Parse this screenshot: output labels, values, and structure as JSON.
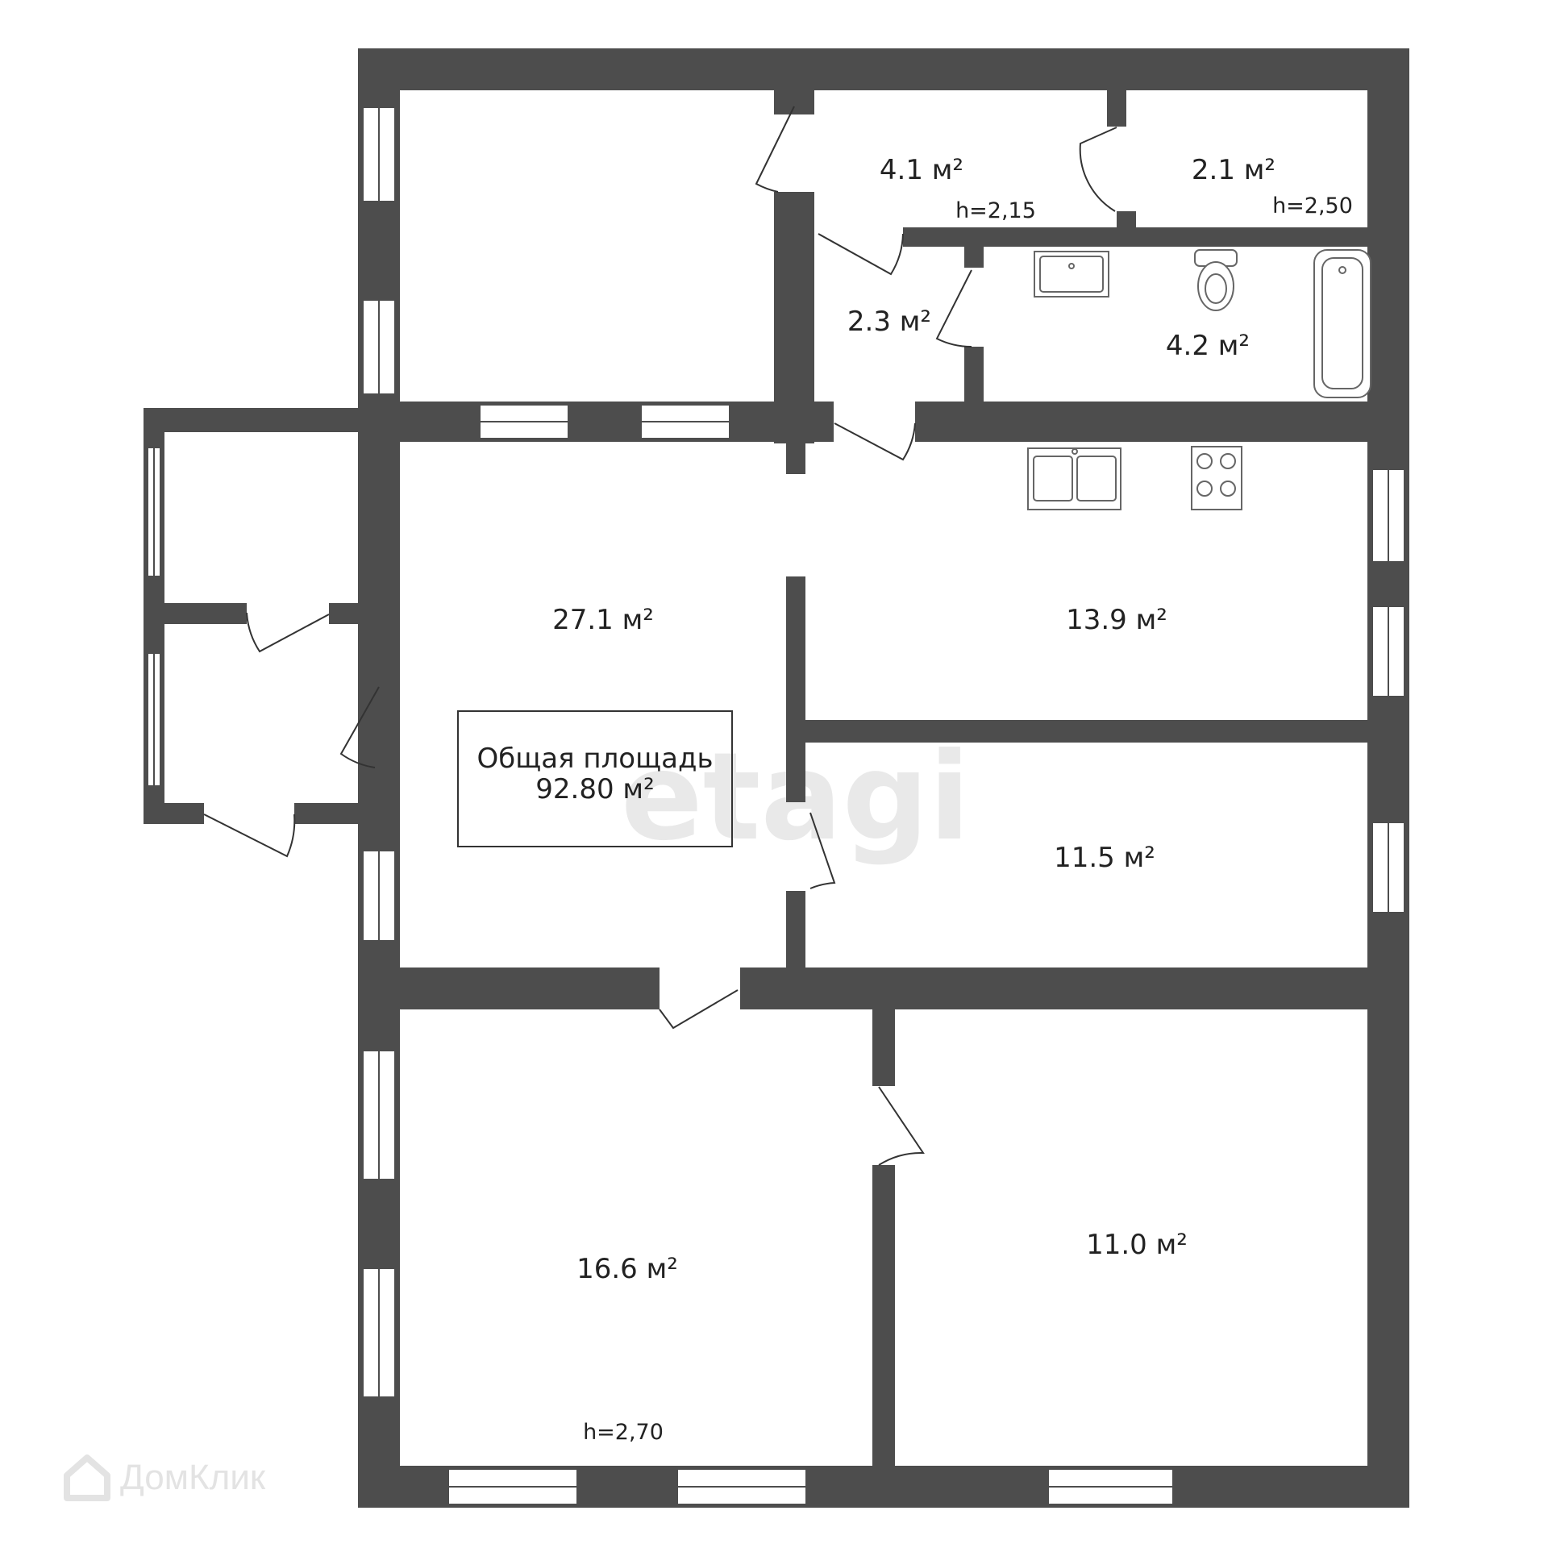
{
  "rooms": [
    {
      "id": "entrance-room",
      "area": ""
    },
    {
      "id": "hall-closet",
      "area": "4.1 м²",
      "height": "h=2,15"
    },
    {
      "id": "toilet",
      "area": "2.1 м²",
      "height": "h=2,50"
    },
    {
      "id": "corridor",
      "area": "2.3 м²"
    },
    {
      "id": "bathroom",
      "area": "4.2 м²"
    },
    {
      "id": "living-room",
      "area": "27.1 м²"
    },
    {
      "id": "kitchen",
      "area": "13.9 м²"
    },
    {
      "id": "bedroom-1",
      "area": "11.5 м²"
    },
    {
      "id": "bedroom-2",
      "area": "16.6 м²",
      "height": "h=2,70"
    },
    {
      "id": "bedroom-3",
      "area": "11.0 м²"
    }
  ],
  "total": {
    "label": "Общая площадь",
    "value": "92.80 м²"
  },
  "watermark": "etagi",
  "brand": "ДомКлик",
  "colors": {
    "wall": "#4d4d4d",
    "window": "#ffffff",
    "fixture": "#666666"
  },
  "icons": [
    "sink-icon",
    "toilet-icon",
    "bathtub-icon",
    "double-sink-icon",
    "stove-icon",
    "house-logo-icon"
  ]
}
